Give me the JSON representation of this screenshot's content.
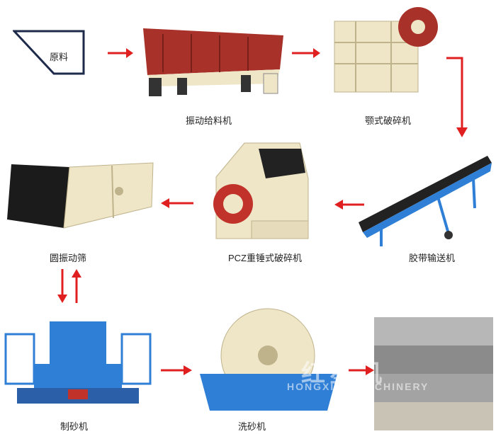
{
  "colors": {
    "arrow": "#e02020",
    "raw_box": "#1e2a4a",
    "steel_cream": "#efe6c8",
    "steel_red": "#a8322a",
    "steel_blue": "#2f7fd6",
    "steel_dark": "#222222"
  },
  "raw_material": {
    "label": "原料"
  },
  "steps": [
    {
      "id": "vibrating_feeder",
      "label": "振动给料机"
    },
    {
      "id": "jaw_crusher",
      "label": "颚式破碎机"
    },
    {
      "id": "belt_conveyor",
      "label": "胶带输送机"
    },
    {
      "id": "pcz_crusher",
      "label": "PCZ重锤式破碎机"
    },
    {
      "id": "circular_screen",
      "label": "圆振动筛"
    },
    {
      "id": "sand_maker",
      "label": "制砂机"
    },
    {
      "id": "sand_washer",
      "label": "洗砂机"
    },
    {
      "id": "finished_sand",
      "label": ""
    }
  ],
  "watermark": {
    "line1": "红星机",
    "line2": "HONGXING MACHINERY"
  }
}
